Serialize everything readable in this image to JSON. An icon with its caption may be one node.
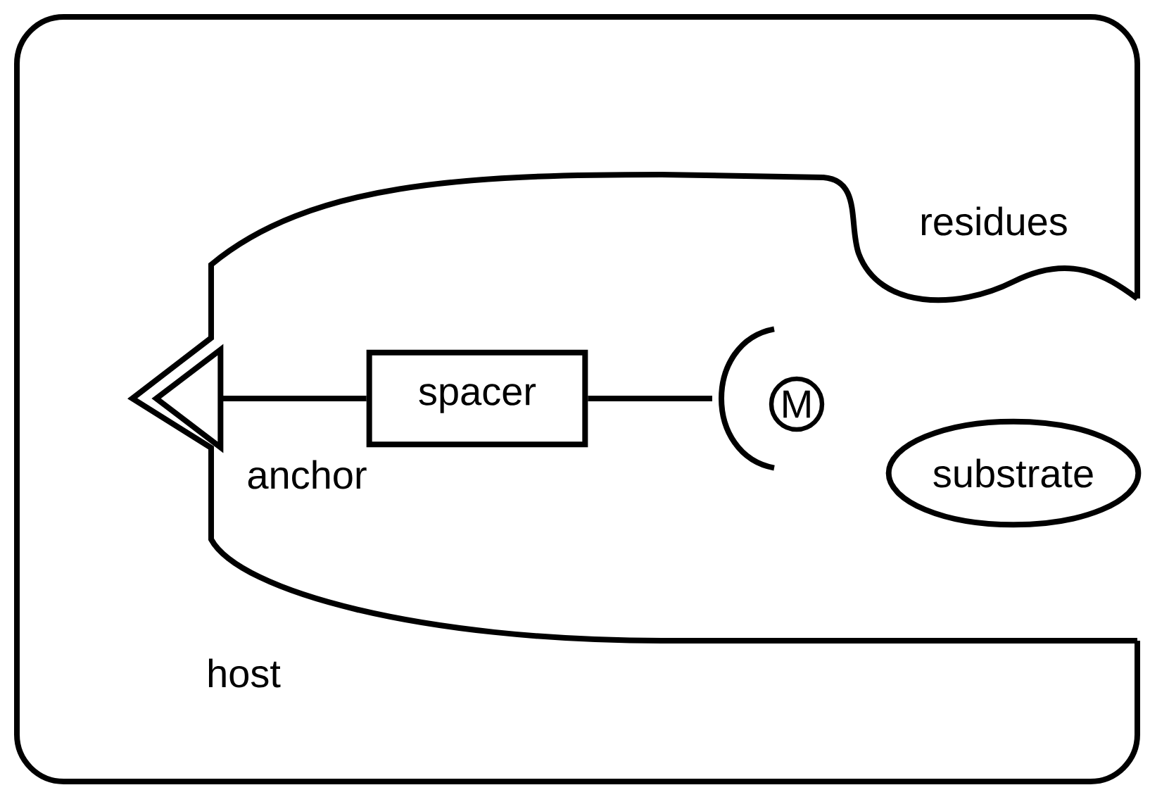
{
  "diagram": {
    "nodes": [
      {
        "text": [
          "host"
        ]
      },
      {
        "text": [
          "anchor"
        ],
        "in": 0
      },
      {
        "text": [
          "spacer"
        ],
        "in": 0
      },
      {
        "text": [],
        "shape": "arc",
        "in": 0
      },
      {
        "text": [
          "M"
        ],
        "in": 0
      },
      {
        "text": [
          "substrate"
        ],
        "in": 0
      }
    ],
    "edges": [
      {
        "from": 1,
        "to": 2,
        "arrow": "none"
      },
      {
        "from": 2,
        "to": 3,
        "arrow": "none"
      }
    ],
    "labels": [
      "residues"
    ]
  }
}
